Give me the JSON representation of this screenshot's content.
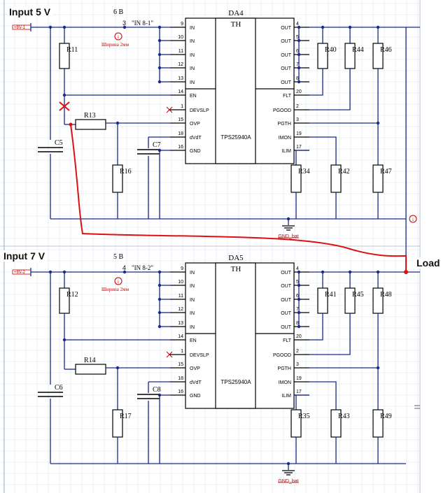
{
  "labels": {
    "input1": "Input 5 V",
    "input2": "Input 7 V",
    "load": "Load",
    "ic1_ref": "DA4",
    "ic2_ref": "DA5",
    "ic_type": "TH",
    "ic_part": "TPS25940A",
    "v1_top": "6 В",
    "v2_top": "5 В",
    "net1": "\"IN 8-1\"",
    "net2": "\"IN 8-2\"",
    "net1_pin": "3",
    "net2_pin": "4",
    "width_note": "Ширина 2мм",
    "port1": "+8V-1",
    "port2": "+8V-2",
    "gnd": "GND_bat",
    "info": "i"
  },
  "pins_left": [
    {
      "num": "9",
      "name": "IN"
    },
    {
      "num": "10",
      "name": "IN"
    },
    {
      "num": "11",
      "name": "IN"
    },
    {
      "num": "12",
      "name": "IN"
    },
    {
      "num": "13",
      "name": "IN"
    },
    {
      "num": "14",
      "name": "EN"
    },
    {
      "num": "1",
      "name": "DEVSLP"
    },
    {
      "num": "15",
      "name": "OVP"
    },
    {
      "num": "18",
      "name": "dVdT"
    },
    {
      "num": "16",
      "name": "GND"
    }
  ],
  "pins_right": [
    {
      "num": "4",
      "name": "OUT"
    },
    {
      "num": "5",
      "name": "OUT"
    },
    {
      "num": "6",
      "name": "OUT"
    },
    {
      "num": "7",
      "name": "OUT"
    },
    {
      "num": "8",
      "name": "OUT"
    },
    {
      "num": "20",
      "name": "FLT"
    },
    {
      "num": "2",
      "name": "PGOOD"
    },
    {
      "num": "3",
      "name": "PGTH"
    },
    {
      "num": "19",
      "name": "IMON"
    },
    {
      "num": "17",
      "name": "ILIM"
    }
  ],
  "parts1": {
    "r_in": "R11",
    "r_ovp": "R13",
    "c_in": "C5",
    "r_div": "R16",
    "c_dvdt": "C7",
    "r_out1": "R40",
    "r_out2": "R44",
    "r_out3": "R46",
    "r_ilim": "R34",
    "r_imon": "R42",
    "r_pgth": "R47"
  },
  "parts2": {
    "r_in": "R12",
    "r_ovp": "R14",
    "c_in": "C6",
    "r_div": "R17",
    "c_dvdt": "C8",
    "r_out1": "R41",
    "r_out2": "R45",
    "r_out3": "R48",
    "r_ilim": "R35",
    "r_imon": "R43",
    "r_pgth": "R49"
  },
  "colors": {
    "wire": "#1a2a8c",
    "body": "#000000",
    "note": "#c00000",
    "red_wire": "#dd1111",
    "grid": "#d8e4ef"
  }
}
